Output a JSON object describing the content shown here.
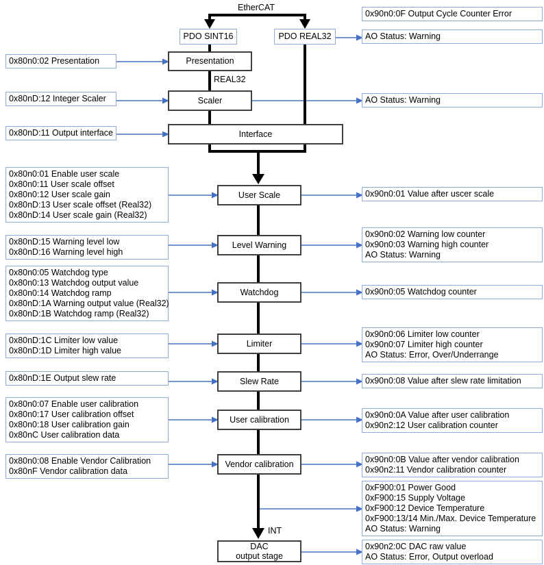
{
  "labels": {
    "ethercat": "EtherCAT",
    "real32": "REAL32",
    "int": "INT"
  },
  "pdo": {
    "sint16": "PDO SINT16",
    "real32": "PDO REAL32"
  },
  "stages": [
    "Presentation",
    "Scaler",
    "Interface",
    "User Scale",
    "Level Warning",
    "Watchdog",
    "Limiter",
    "Slew Rate",
    "User calibration",
    "Vendor calibration",
    "DAC\noutput stage"
  ],
  "params": [
    "0x80n0:02 Presentation",
    "0x80nD:12 Integer Scaler",
    "0x80nD:11 Output interface",
    "0x80n0:01 Enable user scale\n0x80n0:11 User scale offset\n0x80n0:12 User scale gain\n0x80nD:13 User scale offset (Real32)\n0x80nD:14 User scale gain (Real32)",
    "0x80nD:15 Warning level low\n0x80nD:16 Warning level high",
    "0x80n0:05 Watchdog type\n0x80n0:13 Watchdog output value\n0x80n0:14 Watchdog ramp\n0x80nD:1A Warning output value (Real32)\n0x80nD:1B Watchdog ramp (Real32)",
    "0x80nD:1C Limiter low value\n0x80nD:1D Limiter high value",
    "0x80nD:1E Output slew rate",
    "0x80n0:07 Enable user calibration\n0x80n0:17 User calibration offset\n0x80n0:18 User calibration gain\n0x80nC User calibration data",
    "0x80n0:08 Enable Vendor Calibration\n0x80nF Vendor calibration data"
  ],
  "status": [
    "0x90n0:0F Output Cycle Counter Error",
    "AO Status: Warning",
    "AO Status: Warning",
    "0x90n0:01 Value after uscer scale",
    "0x90n0:02 Warning low counter\n0x90n0:03 Warning high counter\nAO Status: Warning",
    "0x90n0:05 Watchdog counter",
    "0x90n0:06 Limiter low counter\n0x90n0:07 Limiter high counter\nAO Status: Error, Over/Underrange",
    "0x90n0:08 Value after slew rate limitation",
    "0x90n0:0A Value after user calibration\n0x90n2:12 User calibration counter",
    "0x90n0:0B Value after vendor calibration\n0x90n2:11 Vendor calibration counter",
    "0xF900:01 Power Good\n0xF900:15 Supply Voltage\n0xF900:12 Device Temperature\n0xF900:13/14 Min./Max. Device Temperature\nAO Status: Warning",
    "0x90n2:0C DAC raw value\nAO Status: Error, Output overload"
  ],
  "colors": {
    "arrow_blue": "#4472C4",
    "box_blue_border": "#8EAADB",
    "box_dark_border": "#3F3F3F",
    "flow_black": "#000000"
  }
}
